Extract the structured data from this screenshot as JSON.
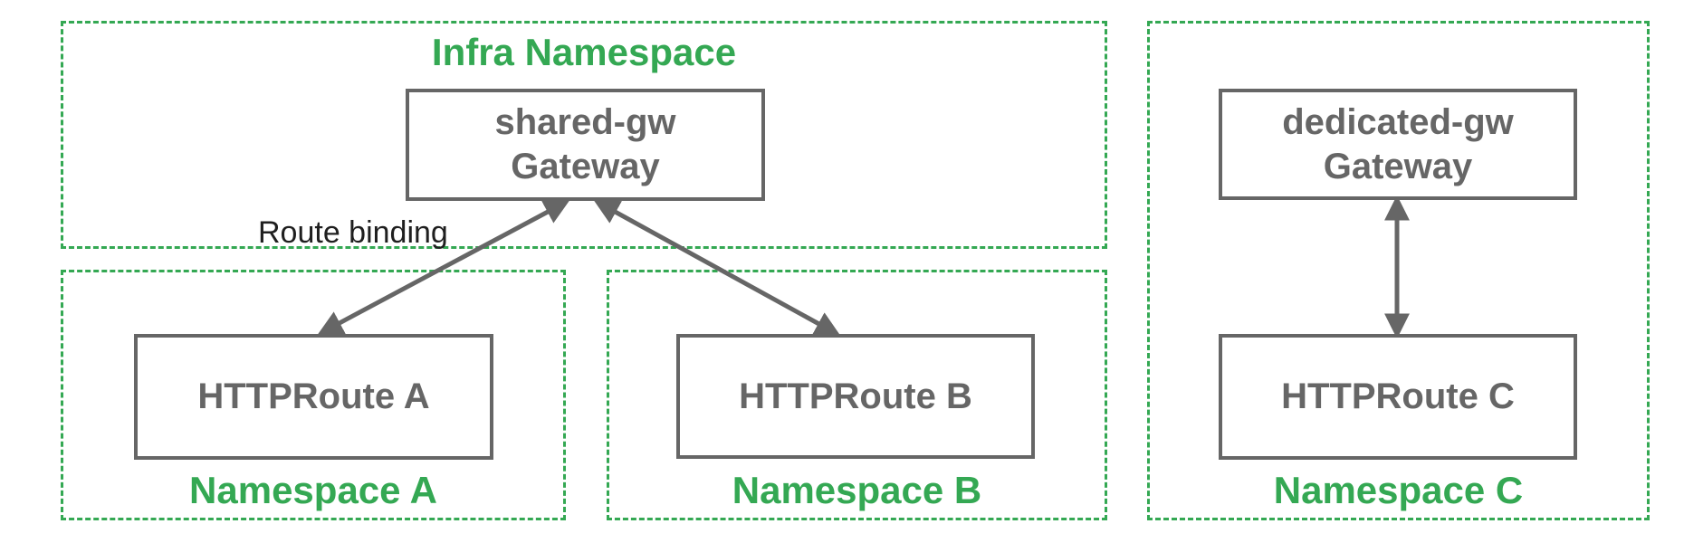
{
  "diagram": {
    "title_context": "Gateway API namespace route binding diagram",
    "colors": {
      "namespace_green": "#34a853",
      "resource_gray": "#666666",
      "annotation_black": "#1f1f1f",
      "background": "#ffffff"
    },
    "namespaces": {
      "infra": {
        "label": "Infra Namespace"
      },
      "a": {
        "label": "Namespace A"
      },
      "b": {
        "label": "Namespace B"
      },
      "c": {
        "label": "Namespace C"
      }
    },
    "nodes": {
      "shared_gw": {
        "line1": "shared-gw",
        "line2": "Gateway"
      },
      "dedicated_gw": {
        "line1": "dedicated-gw",
        "line2": "Gateway"
      },
      "route_a": {
        "label": "HTTPRoute A"
      },
      "route_b": {
        "label": "HTTPRoute B"
      },
      "route_c": {
        "label": "HTTPRoute C"
      }
    },
    "annotations": {
      "route_binding": "Route binding"
    },
    "edges": [
      {
        "from": "HTTPRoute A",
        "to": "shared-gw Gateway",
        "style": "double-arrow",
        "label": "Route binding"
      },
      {
        "from": "HTTPRoute B",
        "to": "shared-gw Gateway",
        "style": "double-arrow",
        "label": ""
      },
      {
        "from": "HTTPRoute C",
        "to": "dedicated-gw Gateway",
        "style": "double-arrow",
        "label": ""
      }
    ]
  }
}
